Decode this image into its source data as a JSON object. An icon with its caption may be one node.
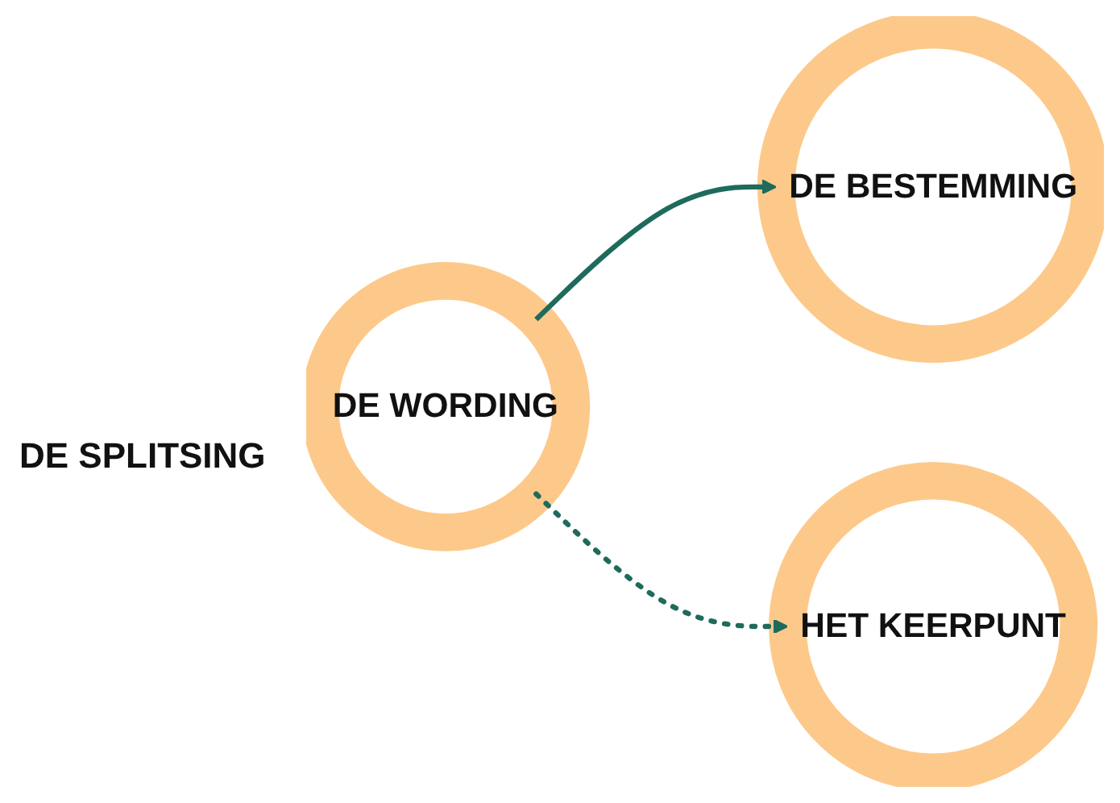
{
  "diagram": {
    "nodes": [
      {
        "text": [
          "DE BESTEMMING"
        ]
      },
      {
        "text": [
          "HET KEERPUNT"
        ]
      },
      {
        "text": [
          "DE WORDING"
        ]
      }
    ],
    "edges": [
      {
        "from": 2,
        "to": 0,
        "arrow": "to"
      },
      {
        "from": 2,
        "to": 1,
        "arrow": "to",
        "style": "dashed"
      }
    ],
    "labels": [
      "DE SPLITSING"
    ]
  }
}
